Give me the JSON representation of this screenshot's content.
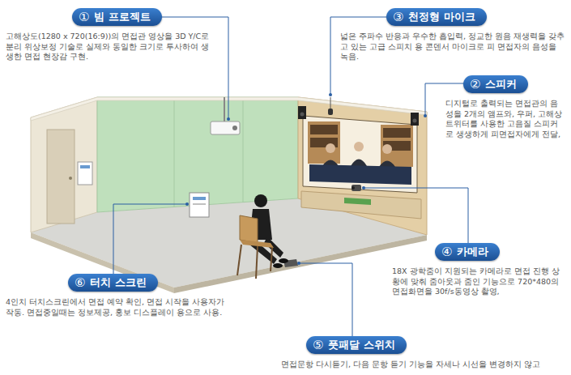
{
  "diagram": {
    "nodes": [
      {
        "text": [
          "①",
          "빔 프로젝트",
          "고해상도(1280 x 720(16:9))의 면접관 영상을 3D Y/C로 분리 위상보정 기술로 실제와 동일한 크기로 투사하여 생생한 면접 현장감 구현."
        ]
      },
      {
        "text": [
          "③",
          "천정형 마이크",
          "넓은 주파수 반응과 우수한 흡입력, 정교한 원음 재생력을 갖추고 있는 고급 스피치 용 콘덴서 마이크로 피 면접자의 음성을 녹음."
        ]
      },
      {
        "text": [
          "②",
          "스피커",
          "디지털로 출력되는 면접관의 음성을 2개의 앰프와, 우퍼, 고해상 트위터를 사용한 고음질 스피커로 생생하게 피면접자에게 전달,"
        ]
      },
      {
        "text": [
          "④",
          "카메라",
          "18X 광학줌이 지원되는 카메라로 면접 진행 상황에 맞춰 줌아웃과 줌인 기능으로 720*480의 면접화면을 30f/s동영상 촬영,"
        ]
      },
      {
        "text": [
          "⑥",
          "터치 스크린",
          "4인치 터치스크린에서 면접 예약 확인, 면접 시작을 사용자가 작동. 면접중일때는 정보제공, 홍보 디스플레이 용으로 사용."
        ]
      },
      {
        "text": [
          "⑤",
          "풋패달 스위치",
          "면접문항 다시듣기, 다음 문항 듣기 기능을 자세나 시선을 변경하지 않고"
        ]
      }
    ]
  }
}
